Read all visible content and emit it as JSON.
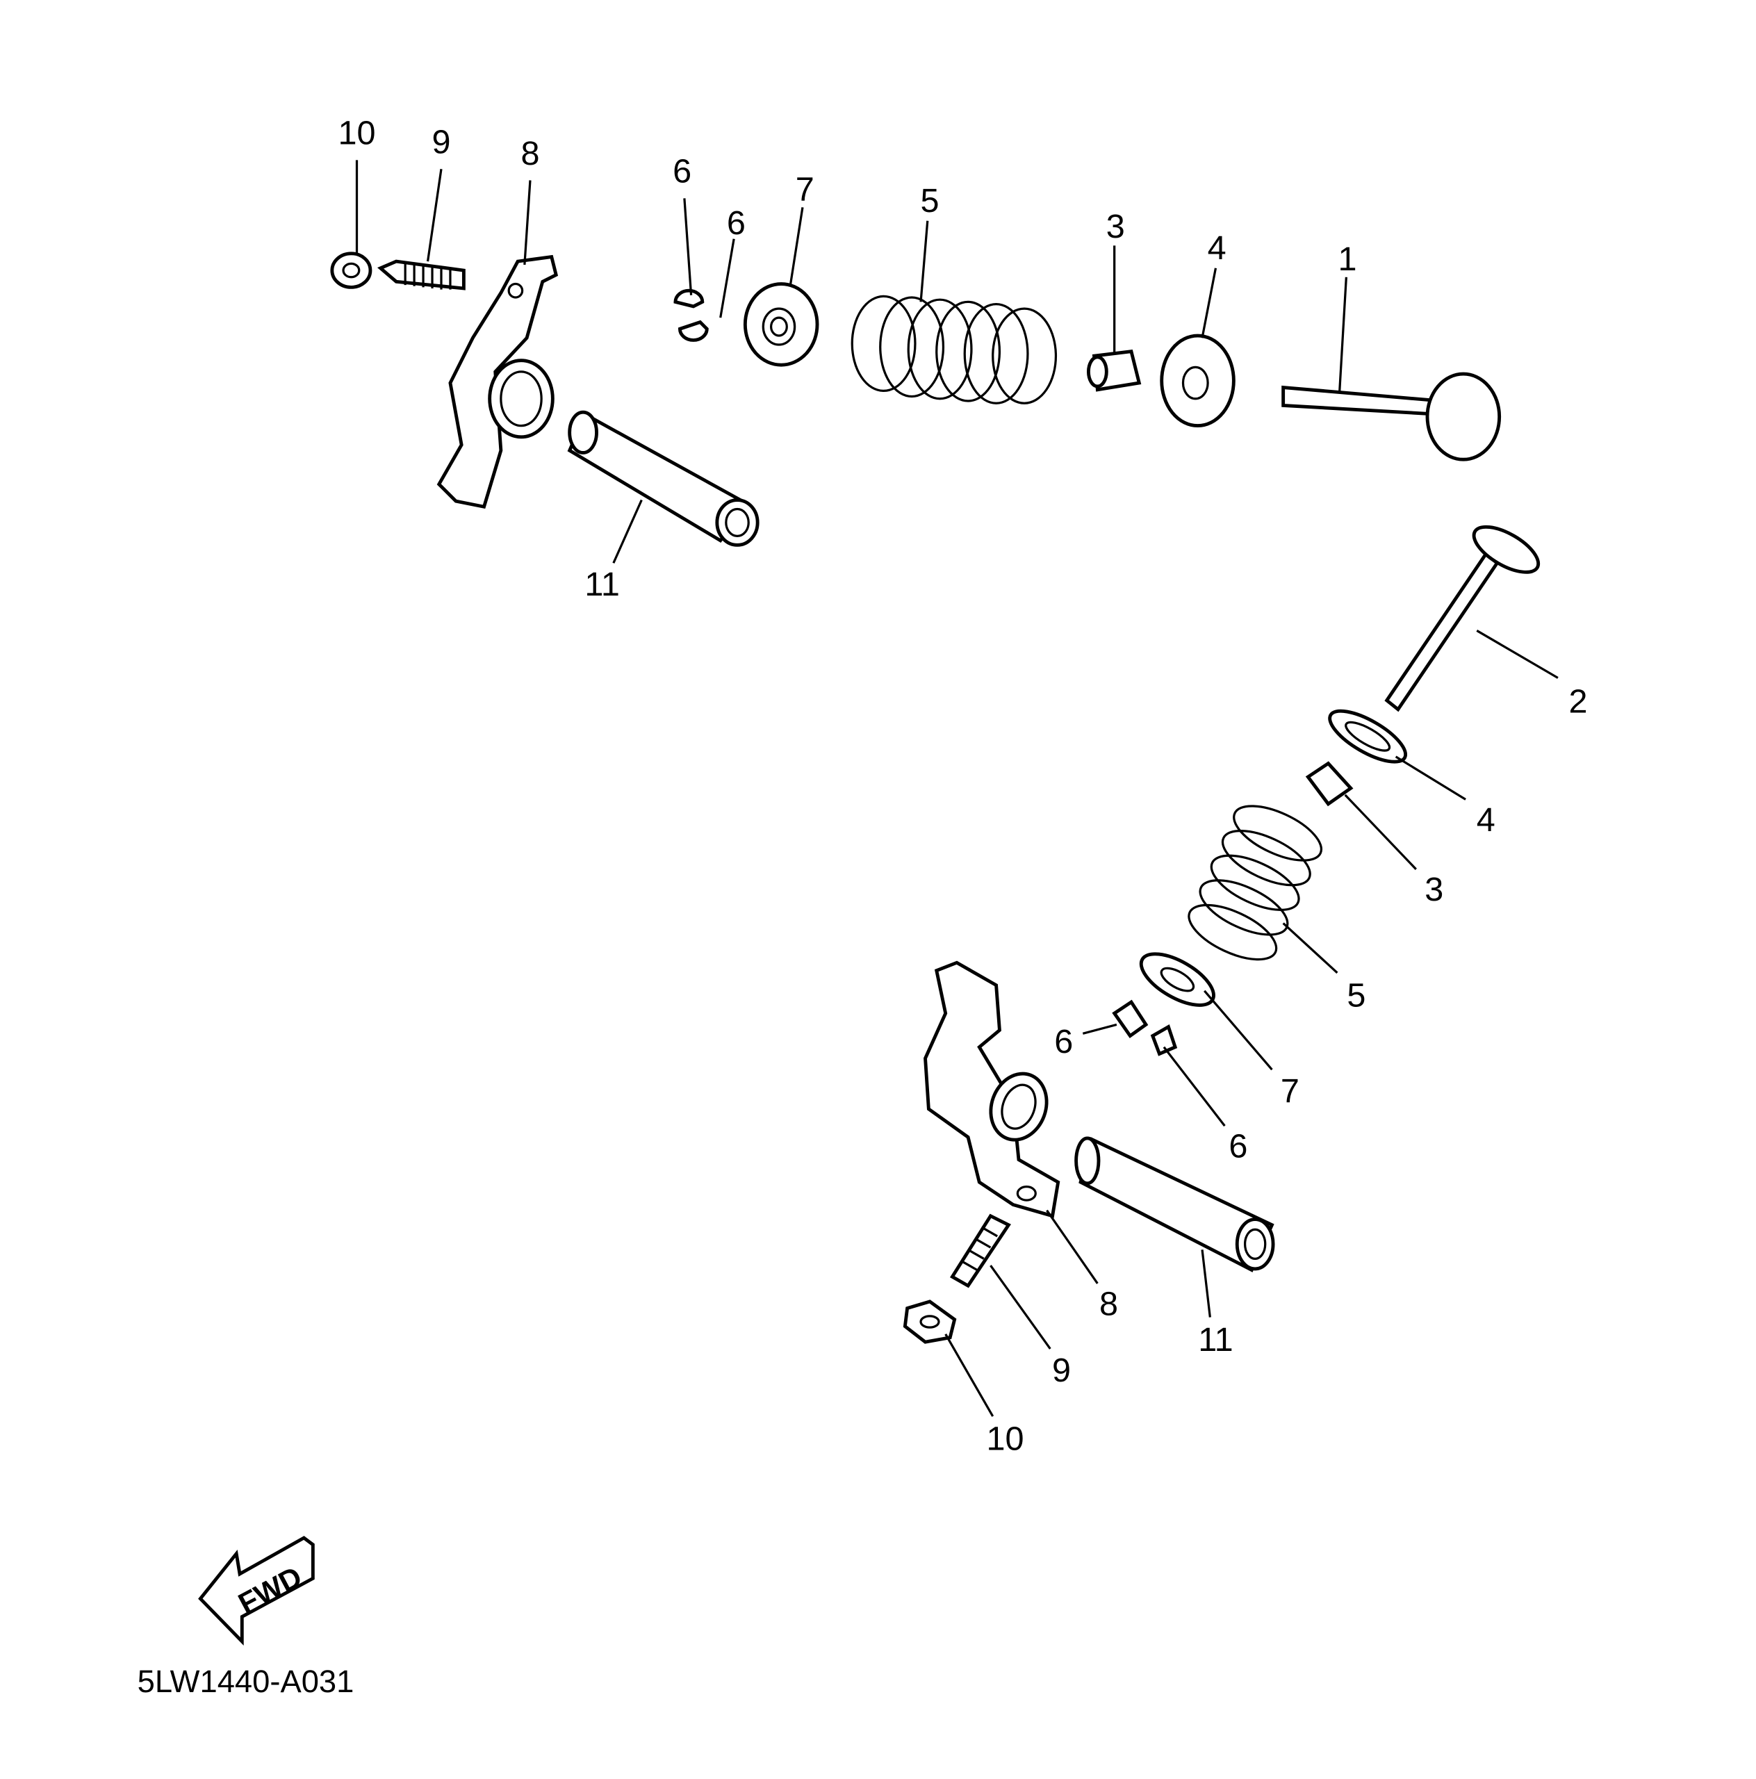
{
  "diagram_code": "5LW1440-A031",
  "direction_arrow": "FWD",
  "colors": {
    "line": "#000000",
    "background": "#ffffff"
  },
  "top_assembly": {
    "callouts": [
      "10",
      "9",
      "8",
      "6",
      "6",
      "7",
      "5",
      "3",
      "4",
      "1",
      "11"
    ]
  },
  "bottom_assembly": {
    "callouts": [
      "2",
      "4",
      "3",
      "5",
      "7",
      "6",
      "6",
      "8",
      "11",
      "9",
      "10"
    ]
  }
}
